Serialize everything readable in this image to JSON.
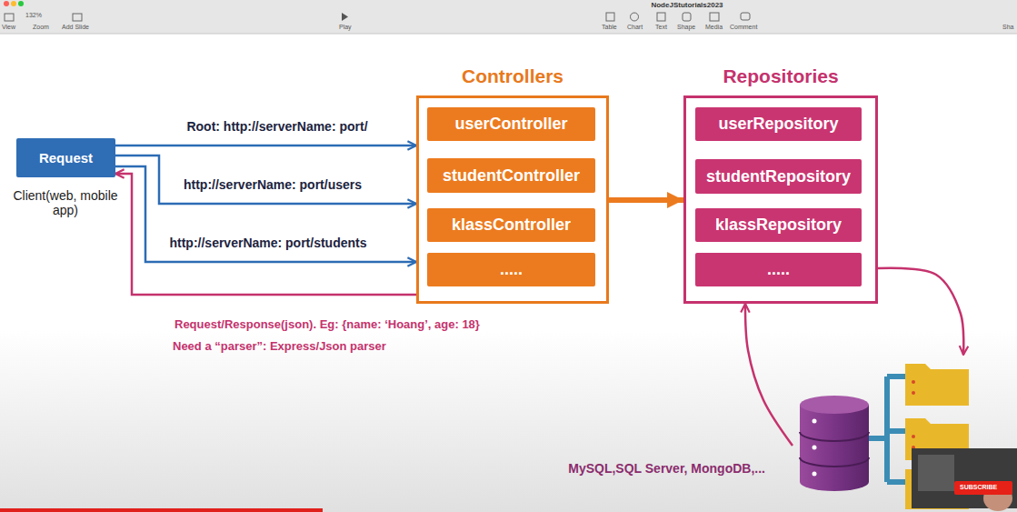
{
  "diagram": {
    "nodes": [
      {
        "text": [
          "Request"
        ]
      },
      {
        "text": [
          "Controllers"
        ]
      },
      {
        "text": [
          "userController"
        ],
        "in": 1
      },
      {
        "text": [
          "studentController"
        ],
        "in": 1
      },
      {
        "text": [
          "klassController"
        ],
        "in": 1
      },
      {
        "text": [
          "....."
        ],
        "in": 1
      },
      {
        "text": [
          "Repositories"
        ]
      },
      {
        "text": [
          "userRepository"
        ],
        "in": 6
      },
      {
        "text": [
          "studentRepository"
        ],
        "in": 6
      },
      {
        "text": [
          "klassRepository"
        ],
        "in": 6
      },
      {
        "text": [
          "....."
        ],
        "in": 6
      },
      {
        "text": [
          "MySQL,SQL Server, MongoDB,..."
        ]
      }
    ],
    "edges": [
      {
        "from": 0,
        "to": 1,
        "arrow": "to",
        "label": "Root: http://serverName: port/"
      },
      {
        "from": 0,
        "to": 1,
        "arrow": "to",
        "label": "http://serverName: port/users"
      },
      {
        "from": 0,
        "to": 1,
        "arrow": "to",
        "label": "http://serverName: port/students"
      },
      {
        "from": 1,
        "to": 0,
        "arrow": "to",
        "label": "Request/Response(json). Eg: {name: ‘Hoang’, age: 18}"
      },
      {
        "from": 1,
        "to": 6,
        "arrow": "to"
      },
      {
        "from": 6,
        "to": 11,
        "arrow": "to"
      },
      {
        "from": 11,
        "to": 6,
        "arrow": "to"
      }
    ],
    "labels": [
      "NodeJStutorials2023",
      "132%",
      "View",
      "Zoom",
      "Add Slide",
      "Play",
      "Table",
      "Chart",
      "Text",
      "Shape",
      "Media",
      "Comment",
      "Sha",
      "Client(web, mobile app)",
      "Need a “parser”: Express/Json parser",
      "SUBSCRIBE"
    ]
  }
}
